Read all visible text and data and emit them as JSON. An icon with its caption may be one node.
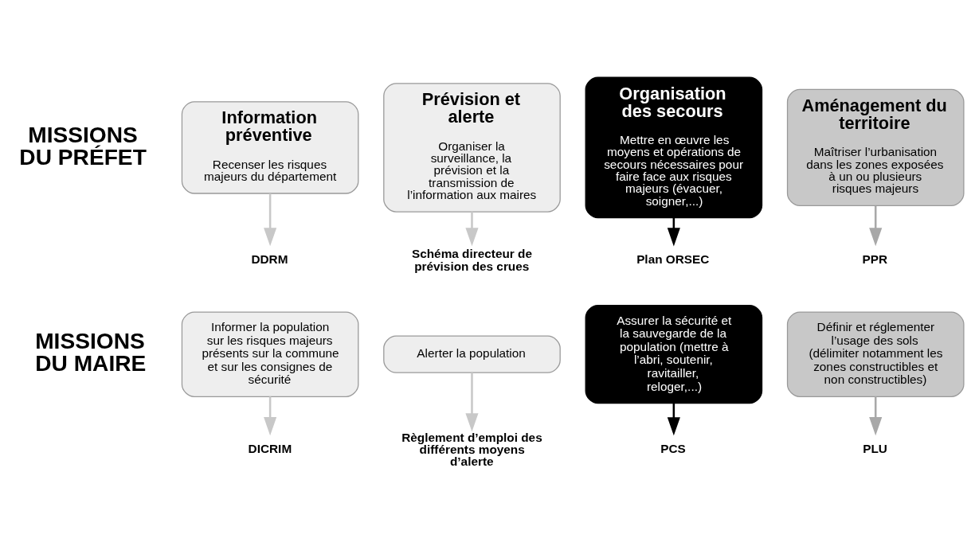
{
  "diagram": {
    "nodes": [
      {
        "text": [
          "Information préventive",
          "Recenser les risques majeurs du département"
        ]
      },
      {
        "text": [
          "Prévision et alerte",
          "Organiser la surveillance, la prévision et la transmission de l’information aux maires"
        ]
      },
      {
        "text": [
          "Organisation des secours",
          "Mettre en œuvre les moyens et opérations de secours nécessaires pour faire face aux risques majeurs (évacuer, soigner,...)"
        ]
      },
      {
        "text": [
          "Aménagement du territoire",
          "Maîtriser l’urbanisation dans les zones exposées à un ou plusieurs risques majeurs"
        ]
      },
      {
        "text": [
          "DDRM"
        ]
      },
      {
        "text": [
          "Schéma directeur de prévision des crues"
        ]
      },
      {
        "text": [
          "Plan ORSEC"
        ]
      },
      {
        "text": [
          "PPR"
        ]
      },
      {
        "text": [
          "Informer la population sur les risques majeurs présents sur la commune et sur les consignes de sécurité"
        ]
      },
      {
        "text": [
          "Alerter la population"
        ]
      },
      {
        "text": [
          "Assurer la sécurité et la sauvegarde de la population (mettre à l’abri, soutenir, ravitailler, reloger,...)"
        ]
      },
      {
        "text": [
          "Définir et réglementer l’usage des sols (délimiter notamment les zones constructibles et non constructibles)"
        ]
      },
      {
        "text": [
          "DICRIM"
        ]
      },
      {
        "text": [
          "Règlement d’emploi des différents moyens d’alerte"
        ]
      },
      {
        "text": [
          "PCS"
        ]
      },
      {
        "text": [
          "PLU"
        ]
      }
    ],
    "edges": [
      {
        "from": 0,
        "to": 4,
        "arrow": "to"
      },
      {
        "from": 1,
        "to": 5,
        "arrow": "to"
      },
      {
        "from": 2,
        "to": 6,
        "arrow": "to",
        "color": "#000000"
      },
      {
        "from": 3,
        "to": 7,
        "arrow": "to",
        "color": "#a8a8a8"
      },
      {
        "from": 8,
        "to": 12,
        "arrow": "to"
      },
      {
        "from": 9,
        "to": 13,
        "arrow": "to"
      },
      {
        "from": 10,
        "to": 14,
        "arrow": "to",
        "color": "#000000"
      },
      {
        "from": 11,
        "to": 15,
        "arrow": "to",
        "color": "#a8a8a8"
      }
    ],
    "labels": [
      "MISSIONS DU PRÉFET",
      "MISSIONS DU MAIRE"
    ]
  }
}
